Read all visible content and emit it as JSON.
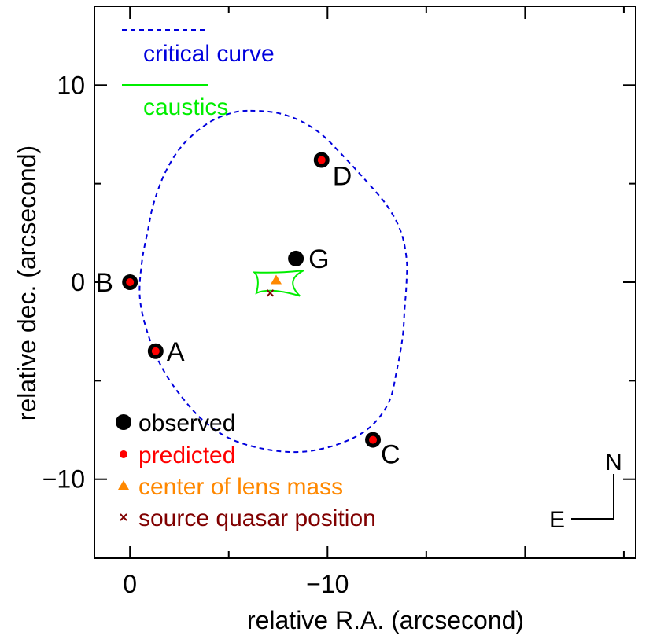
{
  "chart_data": {
    "type": "scatter",
    "xlabel": "relative R.A. (arcsecond)",
    "ylabel": "relative dec. (arcsecond)",
    "xlim": [
      1.8,
      -25.6
    ],
    "ylim": [
      -14,
      14
    ],
    "x_ticks": [
      {
        "value": 0,
        "label": "0"
      },
      {
        "value": -10,
        "label": "−10"
      }
    ],
    "y_ticks": [
      {
        "value": 10,
        "label": "10"
      },
      {
        "value": 0,
        "label": "0"
      },
      {
        "value": -10,
        "label": "−10"
      }
    ],
    "grid": false,
    "legend_top": [
      {
        "label": "critical curve",
        "color": "#0000dd",
        "style": "dashed"
      },
      {
        "label": "caustics",
        "color": "#00ee00",
        "style": "solid"
      }
    ],
    "legend_bottom": [
      {
        "label": "observed",
        "color": "#000000",
        "marker": "big-dot"
      },
      {
        "label": "predicted",
        "color": "#ff0000",
        "marker": "small-dot"
      },
      {
        "label": "center of lens mass",
        "color": "#ff8800",
        "marker": "triangle"
      },
      {
        "label": "source quasar position",
        "color": "#800000",
        "marker": "cross"
      }
    ],
    "images": [
      {
        "label": "A",
        "observed": [
          -1.3,
          -3.5
        ],
        "predicted": [
          -1.3,
          -3.5
        ]
      },
      {
        "label": "B",
        "observed": [
          0.0,
          0.0
        ],
        "predicted": [
          0.0,
          0.0
        ]
      },
      {
        "label": "C",
        "observed": [
          -12.3,
          -8.0
        ],
        "predicted": [
          -12.3,
          -8.0
        ]
      },
      {
        "label": "D",
        "observed": [
          -9.7,
          6.2
        ],
        "predicted": [
          -9.7,
          6.2
        ]
      }
    ],
    "galaxy": {
      "label": "G",
      "observed": [
        -8.4,
        1.2
      ]
    },
    "lens_center": [
      -7.4,
      0.1
    ],
    "source_position": [
      -7.1,
      -0.55
    ],
    "critical_curve": [
      [
        -6.1,
        8.7
      ],
      [
        -7.4,
        8.6
      ],
      [
        -8.6,
        8.2
      ],
      [
        -9.7,
        7.5
      ],
      [
        -10.7,
        6.5
      ],
      [
        -11.9,
        5.2
      ],
      [
        -13.0,
        3.9
      ],
      [
        -13.7,
        2.6
      ],
      [
        -14.0,
        1.2
      ],
      [
        -14.0,
        0.0
      ],
      [
        -13.9,
        -1.4
      ],
      [
        -13.8,
        -2.8
      ],
      [
        -13.5,
        -4.5
      ],
      [
        -13.1,
        -6.1
      ],
      [
        -12.1,
        -7.4
      ],
      [
        -10.6,
        -8.2
      ],
      [
        -8.8,
        -8.6
      ],
      [
        -7.0,
        -8.5
      ],
      [
        -5.2,
        -8.0
      ],
      [
        -3.8,
        -7.1
      ],
      [
        -2.6,
        -5.8
      ],
      [
        -1.6,
        -4.3
      ],
      [
        -0.9,
        -2.6
      ],
      [
        -0.5,
        -0.8
      ],
      [
        -0.6,
        1.0
      ],
      [
        -0.9,
        2.6
      ],
      [
        -1.2,
        4.0
      ],
      [
        -1.8,
        5.6
      ],
      [
        -2.7,
        7.0
      ],
      [
        -4.0,
        8.1
      ],
      [
        -5.2,
        8.6
      ],
      [
        -6.1,
        8.7
      ]
    ],
    "caustics": [
      [
        -8.8,
        0.6
      ],
      [
        -7.8,
        0.1
      ],
      [
        -8.6,
        -0.7
      ],
      [
        -7.1,
        -0.25
      ],
      [
        -6.4,
        -0.55
      ],
      [
        -6.6,
        0.2
      ],
      [
        -6.3,
        0.5
      ],
      [
        -7.6,
        0.45
      ],
      [
        -8.8,
        0.6
      ]
    ],
    "compass": {
      "north": "N",
      "east": "E"
    }
  }
}
